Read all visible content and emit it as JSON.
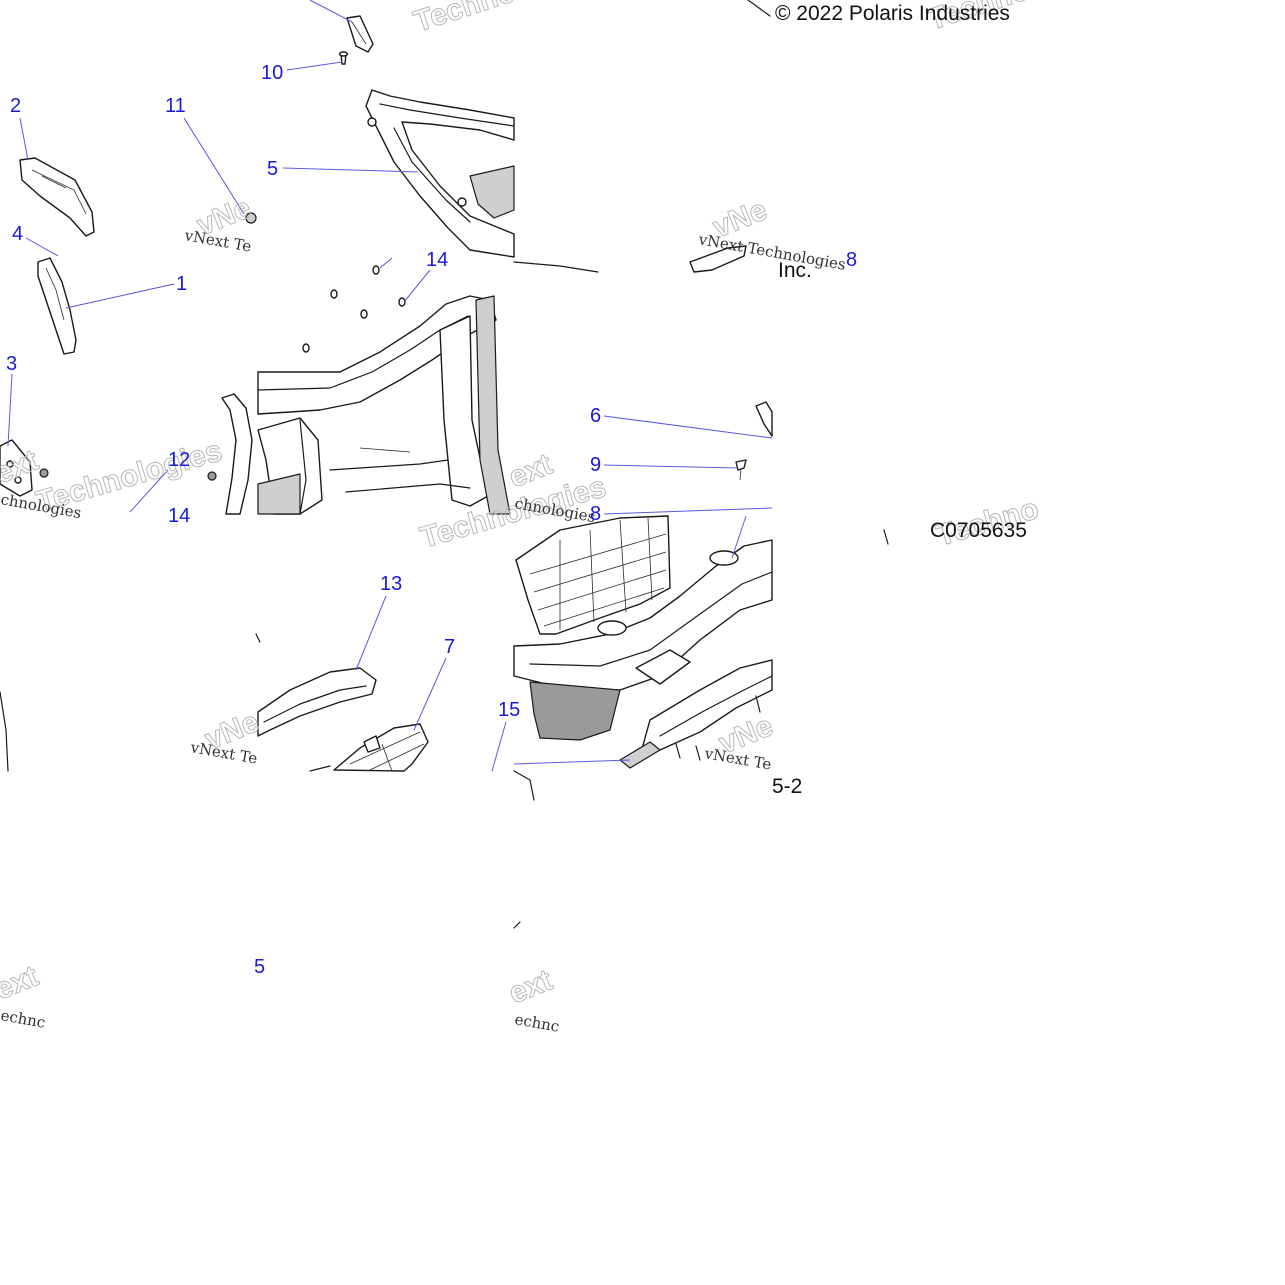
{
  "copyright": "© 2022 Polaris Industries",
  "copyright_fragment": "Inc.",
  "drawing_code": "C0705635",
  "drawing_code_fragment": "5-2",
  "watermark": {
    "script_text": "vNext Technologies",
    "script_fragment_a": "vNext Te",
    "script_fragment_b": "chnologies",
    "script_fragment_c": "echnc",
    "ghost_a": "Techno",
    "ghost_b": "vNe",
    "ghost_c": "ext",
    "ghost_d": "Technologies"
  },
  "callouts": {
    "c1": "1",
    "c2": "2",
    "c3": "3",
    "c4": "4",
    "c5": "5",
    "c5b": "5",
    "c6": "6",
    "c7": "7",
    "c8": "8",
    "c8b": "8",
    "c9": "9",
    "c10": "10",
    "c11": "11",
    "c12": "12",
    "c13": "13",
    "c14": "14",
    "c14b": "14",
    "c15": "15"
  },
  "colors": {
    "callout": "#1a1ad6",
    "leader": "#5a5ae0",
    "line": "#1a1a1a",
    "text": "#111111"
  }
}
